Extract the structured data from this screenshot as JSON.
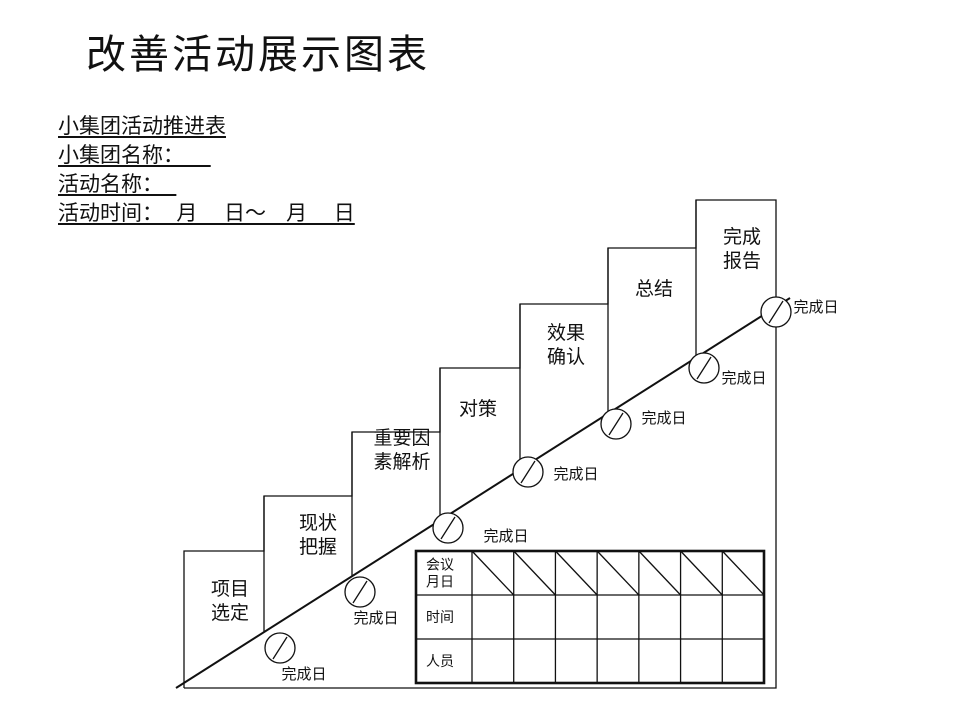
{
  "title": "改善活动展示图表",
  "info": {
    "line1": "小集团活动推进表",
    "line2": "小集团名称：    ",
    "line3": "活动名称：  ",
    "line4": "活动时间：  月    日～   月    日"
  },
  "steps": [
    {
      "lines": [
        "项目",
        "选定"
      ],
      "done": "完成日"
    },
    {
      "lines": [
        "现状",
        "把握"
      ],
      "done": "完成日"
    },
    {
      "lines": [
        "重要因",
        "素解析"
      ],
      "done": "完成日"
    },
    {
      "lines": [
        "对策"
      ],
      "done": "完成日"
    },
    {
      "lines": [
        "效果",
        "确认"
      ],
      "done": "完成日"
    },
    {
      "lines": [
        "总结"
      ],
      "done": "完成日"
    },
    {
      "lines": [
        "完成",
        "报告"
      ],
      "done": "完成日"
    }
  ],
  "table": {
    "rows": [
      [
        "会议",
        "月日"
      ],
      [
        "时间"
      ],
      [
        "人员"
      ]
    ],
    "columns": 7
  }
}
